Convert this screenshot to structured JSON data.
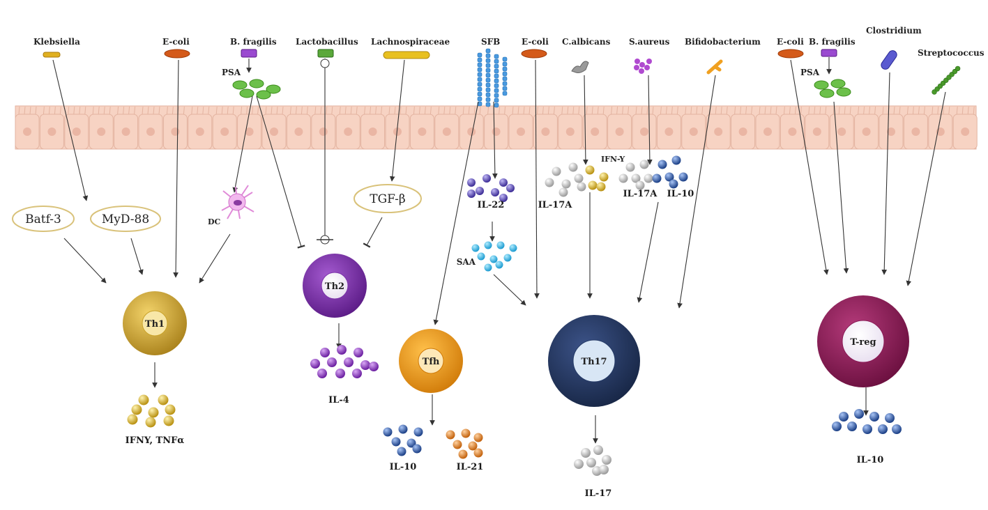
{
  "bacteria": {
    "klebsiella": "Klebsiella",
    "ecoli1": "E-coli",
    "bfragilis1": "B. fragilis",
    "lactobacillus": "Lactobacillus",
    "lachnospiraceae": "Lachnospiraceae",
    "sfb": "SFB",
    "ecoli2": "E-coli",
    "calbicans": "C.albicans",
    "saureus": "S.aureus",
    "bifidobacterium": "Bifidobacterium",
    "ecoli3": "E-coli",
    "bfragilis2": "B. fragilis",
    "clostridium": "Clostridium",
    "streptococcus": "Streptococcus"
  },
  "mediators": {
    "psa1": "PSA",
    "psa2": "PSA",
    "batf3": "Batf-3",
    "myd88": "MyD-88",
    "tgfb": "TGF-β",
    "dc": "DC",
    "saa": "SAA",
    "ifny_label": "IFN-Y"
  },
  "cells": {
    "th1": "Th1",
    "th2": "Th2",
    "tfh": "Tfh",
    "th17": "Th17",
    "treg": "T-reg"
  },
  "cytokines": {
    "th1_out": "IFNY, TNFα",
    "th2_out": "IL-4",
    "tfh_out1": "IL-10",
    "tfh_out2": "IL-21",
    "il22": "IL-22",
    "il17a_1": "IL-17A",
    "il17a_2": "IL-17A",
    "il10_mid": "IL-10",
    "th17_out": "IL-17",
    "treg_out": "IL-10"
  },
  "colors": {
    "th1": "#c9a22a",
    "th2": "#7a2fa8",
    "tfh": "#f09a1a",
    "th17": "#253a66",
    "treg": "#8a1a55",
    "epithelium": "#f7d3c3",
    "epithelium_nucleus": "#eab6a4"
  }
}
